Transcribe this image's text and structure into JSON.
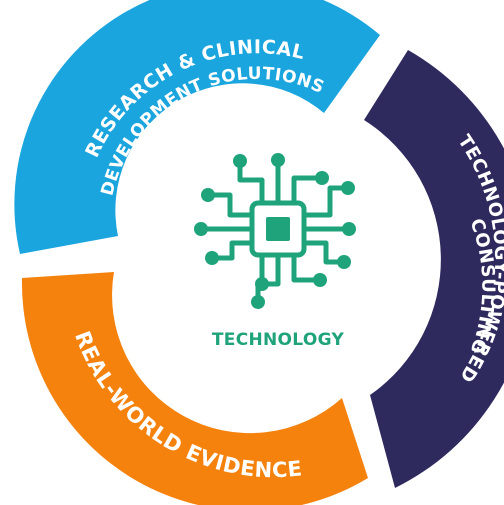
{
  "colors": {
    "blue": "#1aa5df",
    "navy": "#2e2a5e",
    "orange": "#f5820d",
    "green": "#1fa37a",
    "white": "#ffffff"
  },
  "segments": {
    "research": {
      "line1": "RESEARCH & CLINICAL",
      "line2": "DEVELOPMENT SOLUTIONS"
    },
    "consulting": {
      "line1": "TECHNOLOGY-POWERED",
      "line2": "CONSULTING"
    },
    "rwe": {
      "line1": "REAL-WORLD EVIDENCE"
    }
  },
  "center": {
    "icon": "circuit-chip-icon",
    "label": "TECHNOLOGY"
  }
}
